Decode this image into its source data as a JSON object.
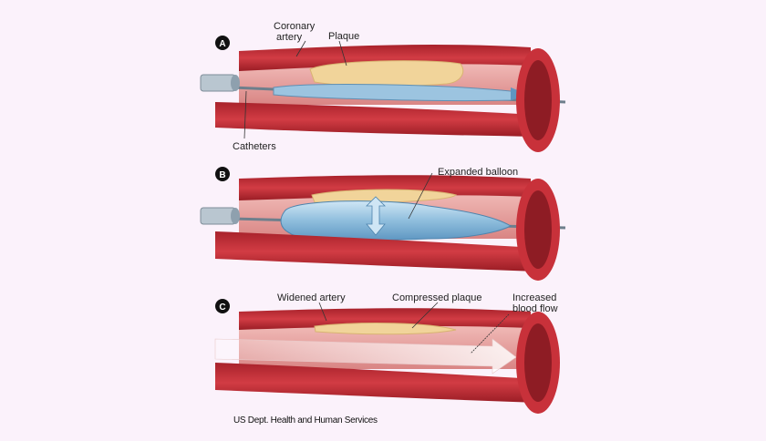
{
  "panels": [
    {
      "step": "A",
      "labels": [
        "Coronary",
        "artery",
        "Plaque",
        "Catheters"
      ]
    },
    {
      "step": "B",
      "labels": [
        "Expanded balloon"
      ]
    },
    {
      "step": "C",
      "labels": [
        "Widened artery",
        "Compressed plaque",
        "Increased",
        "blood flow"
      ]
    }
  ],
  "credit": "US Dept. Health and Human Services",
  "colors": {
    "artery": "#c8313a",
    "artery_dark": "#8e1c24",
    "lumen": "#e9a7a6",
    "plaque": "#f1d49a",
    "balloon": "#8fbedd",
    "background": "#fbf2fb"
  }
}
